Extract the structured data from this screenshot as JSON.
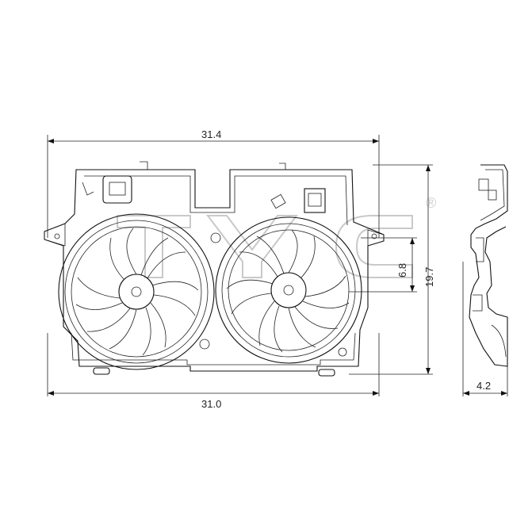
{
  "dimensions": {
    "top_width": "31.4",
    "bottom_width": "31.0",
    "overall_height": "19.7",
    "inner_height": "6.8",
    "depth": "4.2"
  },
  "watermark": {
    "text": "TYC",
    "registered_mark": "®"
  }
}
